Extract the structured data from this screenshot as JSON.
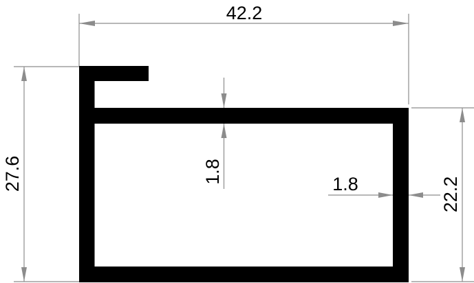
{
  "dimensions": {
    "overall_width": "42.2",
    "overall_height": "27.6",
    "box_height": "22.2",
    "top_wall_thickness": "1.8",
    "side_wall_thickness": "1.8"
  },
  "colors": {
    "profile": "#000000",
    "dimension_lines": "#8c8c8c"
  }
}
